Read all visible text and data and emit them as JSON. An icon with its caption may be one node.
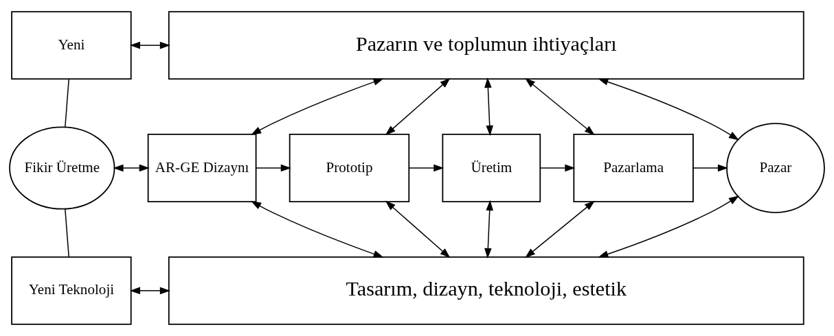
{
  "diagram": {
    "nodes": [
      {
        "text": [
          "Yeni"
        ]
      },
      {
        "text": [
          "Pazarın ve toplumun ihtiyaçları"
        ]
      },
      {
        "text": [
          "Fikir Üretme"
        ]
      },
      {
        "text": [
          "AR-GE Dizaynı"
        ]
      },
      {
        "text": [
          "Prototip"
        ]
      },
      {
        "text": [
          "Üretim"
        ]
      },
      {
        "text": [
          "Pazarlama"
        ]
      },
      {
        "text": [
          "Pazar"
        ]
      },
      {
        "text": [
          "Yeni Teknoloji"
        ]
      },
      {
        "text": [
          "Tasarım, dizayn, teknoloji, estetik"
        ]
      }
    ],
    "edges": [
      {
        "from": 0,
        "to": 1,
        "arrow": "both"
      },
      {
        "from": 0,
        "to": 2,
        "arrow": "none"
      },
      {
        "from": 2,
        "to": 8,
        "arrow": "none"
      },
      {
        "from": 2,
        "to": 3,
        "arrow": "both"
      },
      {
        "from": 1,
        "to": 3,
        "arrow": "both"
      },
      {
        "from": 1,
        "to": 4,
        "arrow": "both"
      },
      {
        "from": 1,
        "to": 5,
        "arrow": "both"
      },
      {
        "from": 1,
        "to": 6,
        "arrow": "both"
      },
      {
        "from": 1,
        "to": 7,
        "arrow": "both"
      },
      {
        "from": 3,
        "to": 4,
        "arrow": "to"
      },
      {
        "from": 4,
        "to": 5,
        "arrow": "to"
      },
      {
        "from": 5,
        "to": 6,
        "arrow": "to"
      },
      {
        "from": 6,
        "to": 7,
        "arrow": "to"
      },
      {
        "from": 3,
        "to": 9,
        "arrow": "both"
      },
      {
        "from": 4,
        "to": 9,
        "arrow": "both"
      },
      {
        "from": 5,
        "to": 9,
        "arrow": "both"
      },
      {
        "from": 6,
        "to": 9,
        "arrow": "both"
      },
      {
        "from": 8,
        "to": 9,
        "arrow": "both"
      },
      {
        "from": 7,
        "to": 9,
        "arrow": "both"
      }
    ]
  }
}
